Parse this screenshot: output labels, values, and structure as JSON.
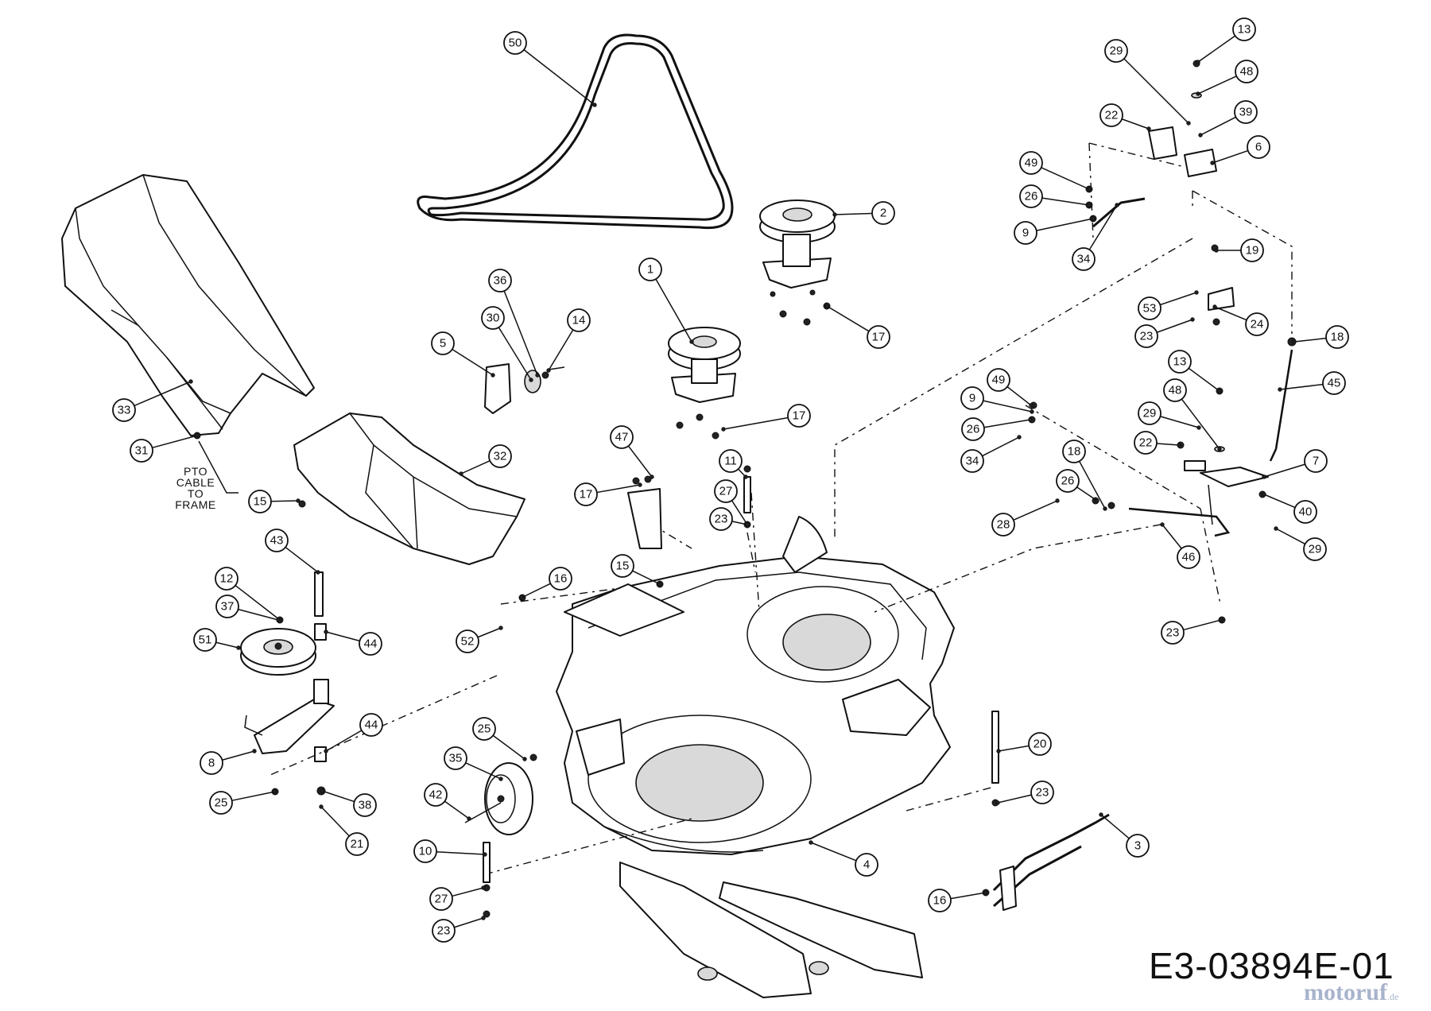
{
  "drawing_number": "E3-03894E-01",
  "watermark": "motoruf",
  "watermark_suffix": ".de",
  "note_lines": [
    "PTO",
    "CABLE",
    "TO",
    "FRAME"
  ],
  "callouts": [
    {
      "label": "50"
    },
    {
      "label": "13"
    },
    {
      "label": "29"
    },
    {
      "label": "48"
    },
    {
      "label": "22"
    },
    {
      "label": "39"
    },
    {
      "label": "6"
    },
    {
      "label": "49"
    },
    {
      "label": "26"
    },
    {
      "label": "9"
    },
    {
      "label": "34"
    },
    {
      "label": "2"
    },
    {
      "label": "36"
    },
    {
      "label": "14"
    },
    {
      "label": "30"
    },
    {
      "label": "5"
    },
    {
      "label": "1"
    },
    {
      "label": "17"
    },
    {
      "label": "19"
    },
    {
      "label": "53"
    },
    {
      "label": "24"
    },
    {
      "label": "23"
    },
    {
      "label": "18"
    },
    {
      "label": "33"
    },
    {
      "label": "13"
    },
    {
      "label": "45"
    },
    {
      "label": "49"
    },
    {
      "label": "48"
    },
    {
      "label": "9"
    },
    {
      "label": "29"
    },
    {
      "label": "26"
    },
    {
      "label": "22"
    },
    {
      "label": "34"
    },
    {
      "label": "7"
    },
    {
      "label": "17"
    },
    {
      "label": "31"
    },
    {
      "label": "32"
    },
    {
      "label": "47"
    },
    {
      "label": "18"
    },
    {
      "label": "11"
    },
    {
      "label": "26"
    },
    {
      "label": "40"
    },
    {
      "label": "17"
    },
    {
      "label": "27"
    },
    {
      "label": "28"
    },
    {
      "label": "15"
    },
    {
      "label": "23"
    },
    {
      "label": "46"
    },
    {
      "label": "29"
    },
    {
      "label": "43"
    },
    {
      "label": "16"
    },
    {
      "label": "15"
    },
    {
      "label": "12"
    },
    {
      "label": "37"
    },
    {
      "label": "23"
    },
    {
      "label": "51"
    },
    {
      "label": "44"
    },
    {
      "label": "52"
    },
    {
      "label": "25"
    },
    {
      "label": "44"
    },
    {
      "label": "20"
    },
    {
      "label": "8"
    },
    {
      "label": "35"
    },
    {
      "label": "23"
    },
    {
      "label": "25"
    },
    {
      "label": "38"
    },
    {
      "label": "42"
    },
    {
      "label": "4"
    },
    {
      "label": "21"
    },
    {
      "label": "10"
    },
    {
      "label": "3"
    },
    {
      "label": "27"
    },
    {
      "label": "16"
    },
    {
      "label": "23"
    }
  ]
}
